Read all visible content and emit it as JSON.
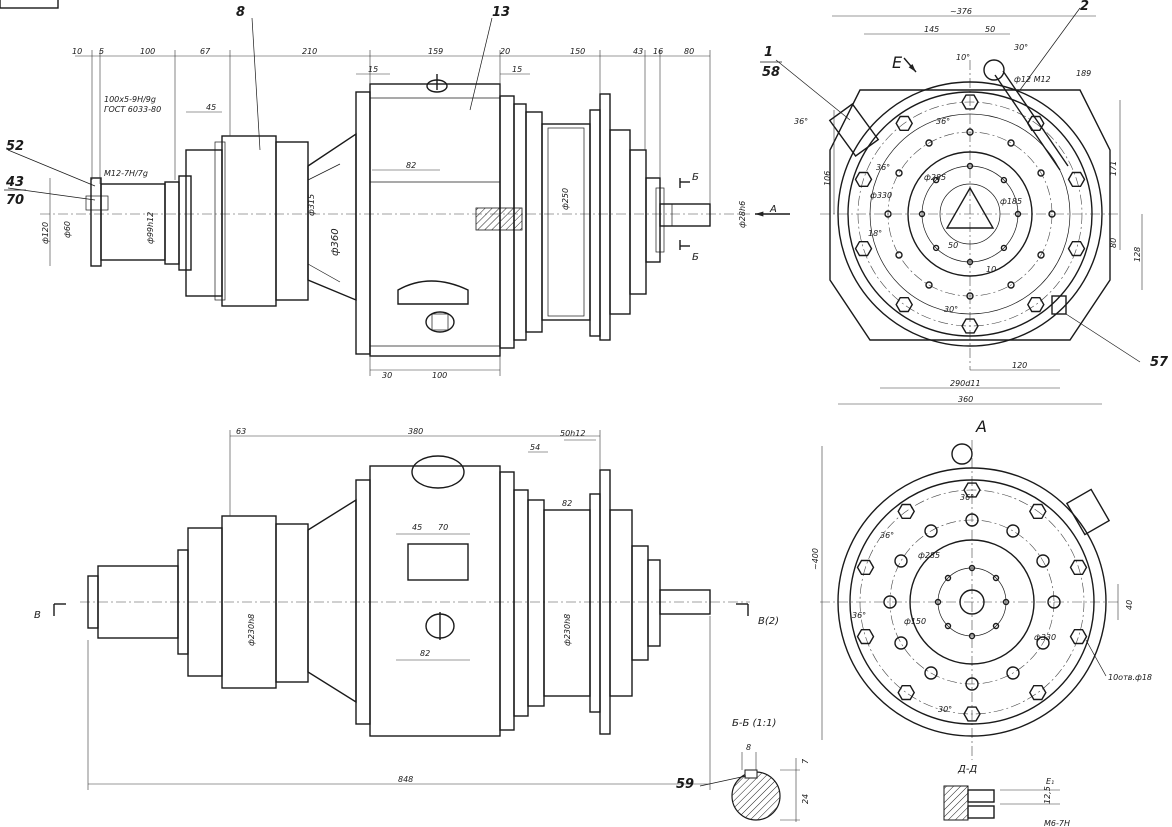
{
  "callouts": {
    "part_1": "1",
    "part_2": "2",
    "part_8": "8",
    "part_13": "13",
    "part_43": "43",
    "part_52": "52",
    "part_57": "57",
    "part_58": "58",
    "part_59": "59",
    "part_70": "70"
  },
  "view_labels": {
    "side_view": "А",
    "section_bb": "Б-Б (1:1)",
    "section_dd": "Д-Д",
    "marker_a": "А",
    "marker_b": "Б",
    "marker_e": "Е",
    "marker_v": "В",
    "marker_v2": "В(2)"
  },
  "top_view_dims": {
    "d10": "10",
    "d5": "5",
    "d100": "100",
    "d67": "67",
    "d210": "210",
    "d159": "159",
    "d20": "20",
    "d150": "150",
    "d43": "43",
    "d16": "16",
    "d80": "80",
    "d15a": "15",
    "d15b": "15",
    "d45": "45",
    "d82": "82",
    "d30": "30",
    "d100b": "100",
    "spline": "100x5-9H/9g",
    "gost": "ГОСТ 6033-80",
    "thread": "M12-7H/7g",
    "dia120": "ф120",
    "dia60": "ф60",
    "dia99": "ф99h12",
    "dia315": "ф315",
    "dia360": "ф360",
    "dia250": "ф250",
    "dia28": "ф28h6"
  },
  "end_view_dims": {
    "d376": "~376",
    "d145": "145",
    "d50": "50",
    "a30": "30°",
    "a10": "10°",
    "a36a": "36°",
    "a36b": "36°",
    "a36c": "36°",
    "a18": "18°",
    "a30b": "30°",
    "m12": "ф12 M12",
    "d189": "189",
    "d106": "106",
    "d171": "171",
    "d80": "80",
    "d128": "128",
    "d120": "120",
    "d290": "290d11",
    "d360": "360",
    "dia330": "ф330",
    "dia285": "ф285",
    "dia185": "ф185",
    "d50b": "50",
    "d10": "10"
  },
  "bottom_view_dims": {
    "d63": "63",
    "d380": "380",
    "d54": "54",
    "d50h12": "50h12",
    "d82": "82",
    "d45": "45",
    "d70": "70",
    "d82b": "82",
    "d848": "848",
    "dia230a": "ф230h8",
    "dia230b": "ф230h8"
  },
  "view_a_dims": {
    "d400": "~400",
    "a36a": "36°",
    "a36b": "36°",
    "a36c": "36°",
    "a30": "30°",
    "dia285": "ф285",
    "dia330": "ф330",
    "dia150": "ф150",
    "d40": "40",
    "holes": "10отв.ф18"
  },
  "section_dims": {
    "d8": "8",
    "d7": "7",
    "d24": "24",
    "e": "Е₁",
    "d12": "12,5",
    "m6": "M6-7H"
  }
}
